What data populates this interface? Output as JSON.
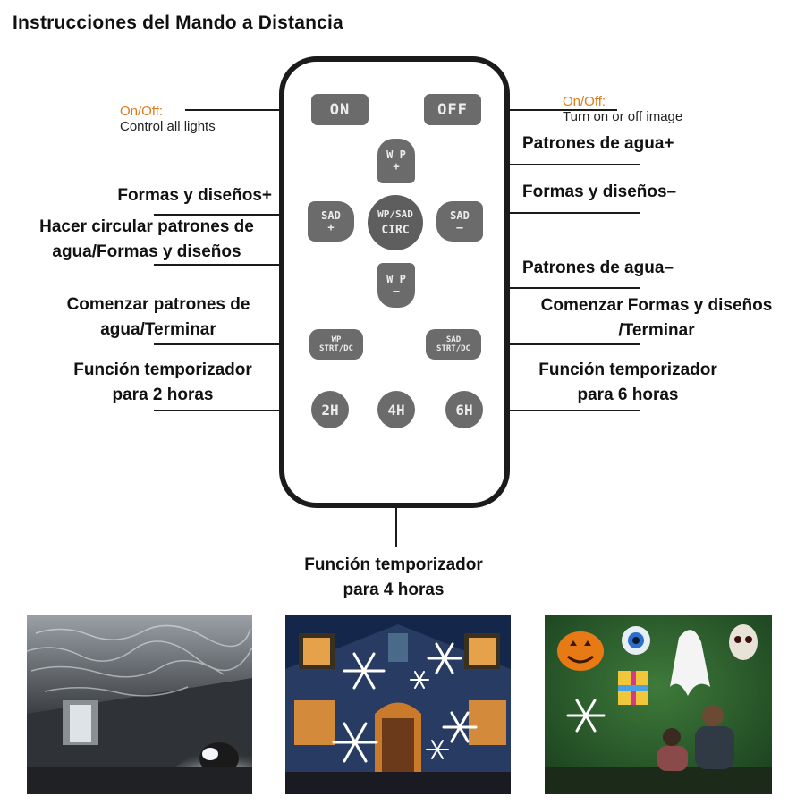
{
  "title": "Instrucciones del Mando a Distancia",
  "remote": {
    "buttons": {
      "on": "ON",
      "off": "OFF",
      "wp_plus": [
        "W P",
        "+"
      ],
      "sad_plus": [
        "SAD",
        "+"
      ],
      "circ": [
        "WP/SAD",
        "CIRC"
      ],
      "sad_minus": [
        "SAD",
        "—"
      ],
      "wp_minus": [
        "W P",
        "—"
      ],
      "wp_strt": [
        "WP",
        "STRT/DC"
      ],
      "sad_strt": [
        "SAD",
        "STRT/DC"
      ],
      "h2": "2H",
      "h4": "4H",
      "h6": "6H"
    }
  },
  "labels": {
    "onoff_left_title": "On/Off:",
    "onoff_left_desc": "Control all lights",
    "onoff_right_title": "On/Off:",
    "onoff_right_desc": "Turn on or off image",
    "wp_plus": "Patrones de agua+",
    "sad_plus": "Formas y diseños+",
    "sad_minus": "Formas y diseños–",
    "circ_1": "Hacer circular patrones de",
    "circ_2": "agua/Formas y diseños",
    "wp_minus": "Patrones de agua–",
    "wp_start_1": "Comenzar patrones de",
    "wp_start_2": "agua/Terminar",
    "sad_start_1": "Comenzar Formas y diseños",
    "sad_start_2": "/Terminar",
    "timer2_1": "Función temporizador",
    "timer2_2": "para 2 horas",
    "timer6_1": "Función temporizador",
    "timer6_2": "para 6 horas",
    "timer4_1": "Función temporizador",
    "timer4_2": "para 4 horas"
  },
  "colors": {
    "accent_orange": "#e07a1a",
    "button_gray": "#6b6b6b",
    "outline": "#1b1b1b"
  }
}
